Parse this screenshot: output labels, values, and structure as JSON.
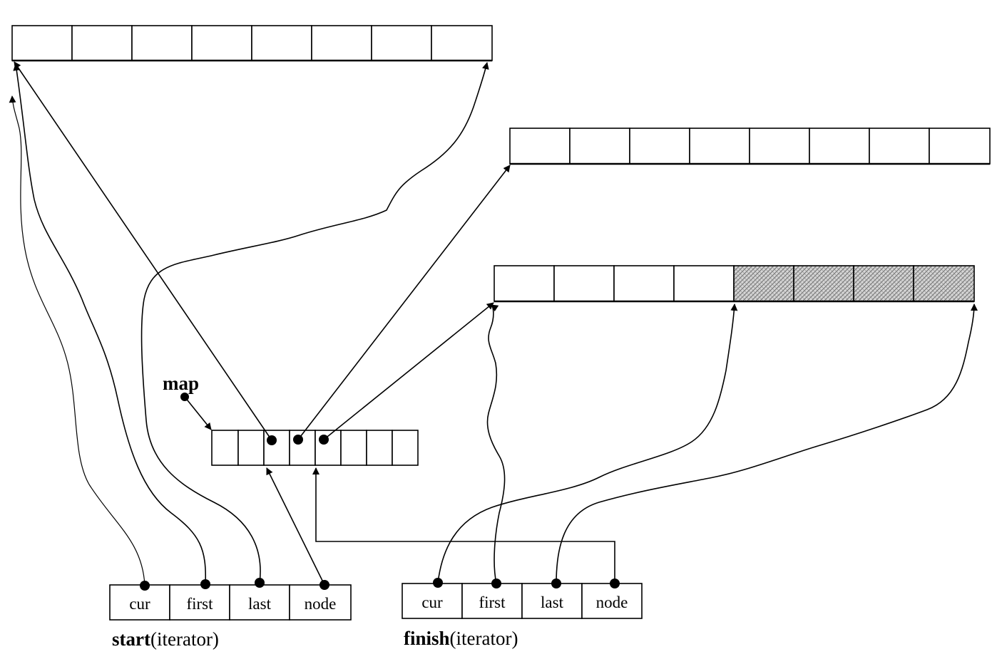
{
  "map": {
    "label": "map"
  },
  "start_iterator": {
    "name": "start",
    "type_suffix": "(iterator)",
    "fields": [
      "cur",
      "first",
      "last",
      "node"
    ]
  },
  "finish_iterator": {
    "name": "finish",
    "type_suffix": "(iterator)",
    "fields": [
      "cur",
      "first",
      "last",
      "node"
    ]
  },
  "buffers": [
    {
      "id": "buffer-1",
      "cells": 8,
      "filled_cells": 0
    },
    {
      "id": "buffer-2",
      "cells": 8,
      "filled_cells": 0
    },
    {
      "id": "buffer-3",
      "cells": 8,
      "filled_cells": 4
    }
  ],
  "map_nodes": {
    "cells": 8
  },
  "colors": {
    "line": "#000000",
    "background": "#ffffff",
    "hatch": "#7a7a7a"
  }
}
